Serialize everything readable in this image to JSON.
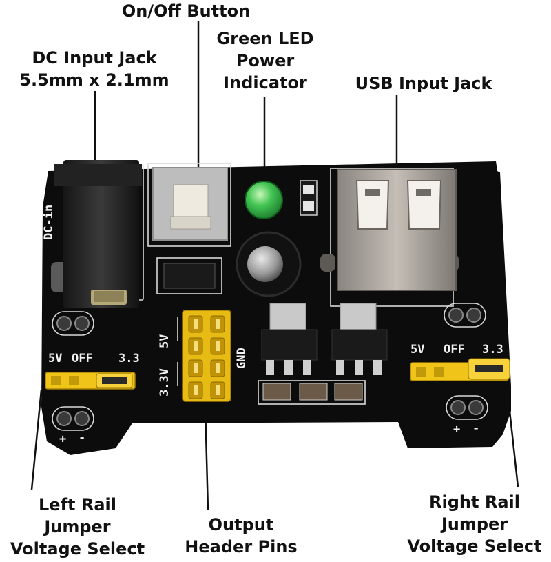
{
  "labels": {
    "on_off": "On/Off Button",
    "green_led": [
      "Green LED",
      "Power",
      "Indicator"
    ],
    "dc_jack": [
      "DC Input Jack",
      "5.5mm x 2.1mm"
    ],
    "usb_jack": "USB Input Jack",
    "left_rail": [
      "Left Rail",
      "Jumper",
      "Voltage Select"
    ],
    "output_header": [
      "Output",
      "Header Pins"
    ],
    "right_rail": [
      "Right Rail",
      "Jumper",
      "Voltage Select"
    ]
  },
  "silkscreen": {
    "dc_in": "DC-in",
    "left_5v": "5V",
    "left_off": "OFF",
    "left_33": "3.3",
    "header_5v": "5V",
    "header_33v": "3.3V",
    "header_gnd": "GND",
    "right_5v": "5V",
    "right_off": "OFF",
    "right_33": "3.3",
    "left_plus": "+",
    "left_minus": "-",
    "right_plus": "+",
    "right_minus": "-"
  },
  "colors": {
    "pcb": "#0c0c0c",
    "jumper": "#f0c419",
    "led": "#35c04a",
    "metal": "#a9a29a"
  }
}
